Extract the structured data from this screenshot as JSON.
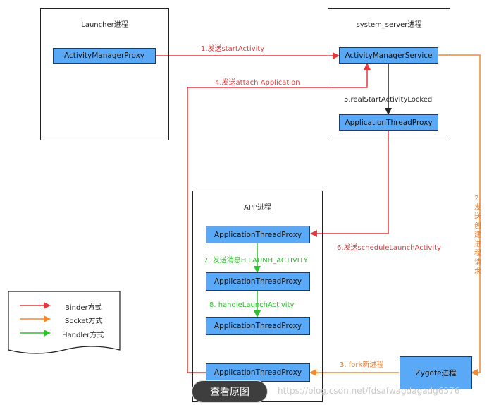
{
  "launcher": {
    "title": "Launcher进程",
    "proxy": "ActivityManagerProxy"
  },
  "system_server": {
    "title": "system_server进程",
    "service": "ActivityManagerService",
    "thread_proxy": "ApplicationThreadProxy"
  },
  "app": {
    "title": "APP进程",
    "nodes": [
      "ApplicationThreadProxy",
      "ApplicationThreadProxy",
      "ApplicationThreadProxy",
      "ApplicationThreadProxy"
    ]
  },
  "zygote": {
    "title": "Zygote进程"
  },
  "edges": {
    "e1": "1.发送startActivity",
    "e2": "2.发送创建进程请求",
    "e3": "3. fork新进程",
    "e4": "4.发送attach Application",
    "e5": "5.realStartActivityLocked",
    "e6": "6.发送scheduleLaunchActivity",
    "e7": "7. 发送消息H.LAUNH_ACTIVITY",
    "e8": "8. handleLaunchActivity"
  },
  "legend": {
    "binder": "Binder方式",
    "socket": "Socket方式",
    "handler": "Handler方式"
  },
  "colors": {
    "binder": "#e0393e",
    "socket": "#f08a2c",
    "handler": "#2fbf2f",
    "node_fill": "#5aa9f7",
    "sync_arrow": "#222222"
  },
  "overlay": {
    "view_button": "查看原图",
    "watermark": "https://blog.csdn.net/fdsafwagdagadg6576"
  }
}
